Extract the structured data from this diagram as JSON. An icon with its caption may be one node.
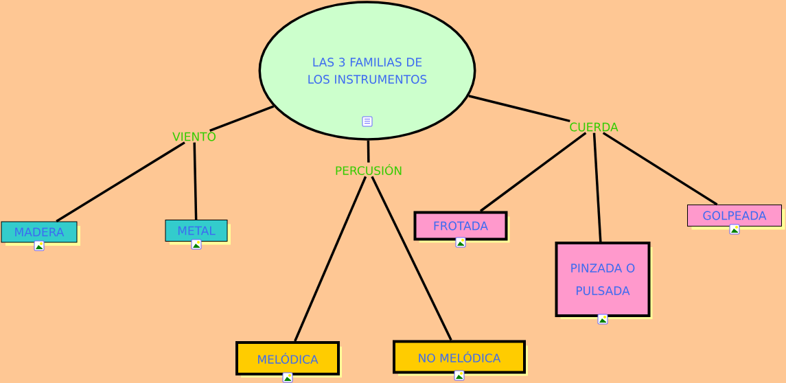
{
  "diagram": {
    "nodes": [
      {
        "text": [
          "LAS 3 FAMILIAS DE LOS INSTRUMENTOS"
        ]
      },
      {
        "text": [
          "VIENTO"
        ]
      },
      {
        "text": [
          "PERCUSIÓN"
        ]
      },
      {
        "text": [
          "CUERDA"
        ]
      },
      {
        "text": [
          "MADERA"
        ]
      },
      {
        "text": [
          "METAL"
        ]
      },
      {
        "text": [
          "MELÓDICA"
        ]
      },
      {
        "text": [
          "NO MELÓDICA"
        ]
      },
      {
        "text": [
          "FROTADA"
        ]
      },
      {
        "text": [
          "PINZADA O PULSADA"
        ]
      },
      {
        "text": [
          "GOLPEADA"
        ]
      }
    ],
    "edges": [
      {
        "from": 0,
        "to": 1,
        "arrow": "none"
      },
      {
        "from": 0,
        "to": 2,
        "arrow": "none"
      },
      {
        "from": 0,
        "to": 3,
        "arrow": "none"
      },
      {
        "from": 1,
        "to": 4,
        "arrow": "none"
      },
      {
        "from": 1,
        "to": 5,
        "arrow": "none"
      },
      {
        "from": 2,
        "to": 6,
        "arrow": "none"
      },
      {
        "from": 2,
        "to": 7,
        "arrow": "none"
      },
      {
        "from": 3,
        "to": 8,
        "arrow": "none"
      },
      {
        "from": 3,
        "to": 9,
        "arrow": "none"
      },
      {
        "from": 3,
        "to": 10,
        "arrow": "none"
      }
    ]
  }
}
